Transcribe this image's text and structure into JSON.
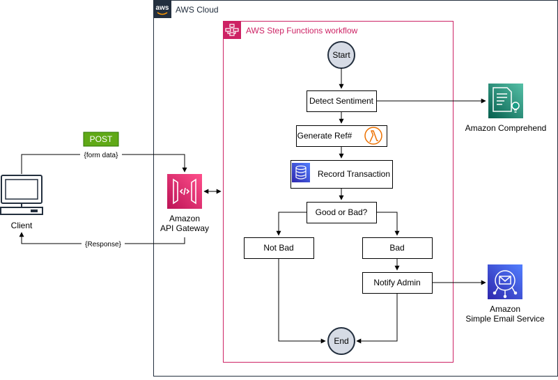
{
  "containers": {
    "aws_cloud": {
      "label": "AWS Cloud",
      "logo_text": "aws"
    },
    "step_functions": {
      "label": "AWS Step Functions workflow"
    }
  },
  "client": {
    "label": "Client"
  },
  "api_gateway": {
    "label_line1": "Amazon",
    "label_line2": "API Gateway"
  },
  "post_badge": {
    "label": "POST"
  },
  "edge_labels": {
    "form_data": "{form data}",
    "response": "{Response}"
  },
  "steps": {
    "start": "Start",
    "detect_sentiment": "Detect Sentiment",
    "generate_ref": "Generate Ref#",
    "record_transaction": "Record Transaction",
    "good_or_bad": "Good or Bad?",
    "not_bad": "Not Bad",
    "bad": "Bad",
    "notify_admin": "Notify Admin",
    "end": "End"
  },
  "services": {
    "comprehend": {
      "label": "Amazon Comprehend"
    },
    "ses": {
      "label_line1": "Amazon",
      "label_line2": "Simple Email Service"
    }
  },
  "colors": {
    "step_functions_border": "#cd2264",
    "api_gateway": "#e7157b",
    "comprehend": "#1b9c85",
    "lambda": "#ed7100",
    "dynamodb": "#3b48cc",
    "ses": "#3f51d8",
    "post_badge": "#60a917",
    "terminal_fill": "#d6dbe5"
  }
}
